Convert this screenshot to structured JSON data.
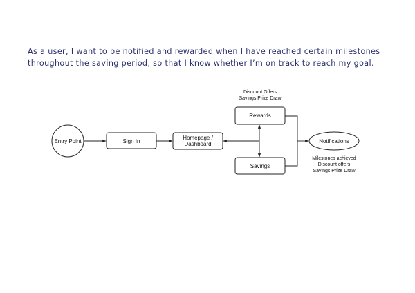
{
  "story": {
    "text": "As a user, I want to be notified and rewarded when I have reached certain milestones throughout the saving period, so that I know whether I’m on track to reach my goal."
  },
  "diagram": {
    "entry_point": "Entry Point",
    "sign_in": "Sign In",
    "homepage_line1": "Homepage /",
    "homepage_line2": "Dashboard",
    "rewards": "Rewards",
    "savings": "Savings",
    "notifications": "Notifications",
    "rewards_note": [
      "Discount Offers",
      "Savings Prize Draw"
    ],
    "notifications_note": [
      "Milestones achieved",
      "Discount offers",
      "Savings Prize Draw"
    ]
  }
}
